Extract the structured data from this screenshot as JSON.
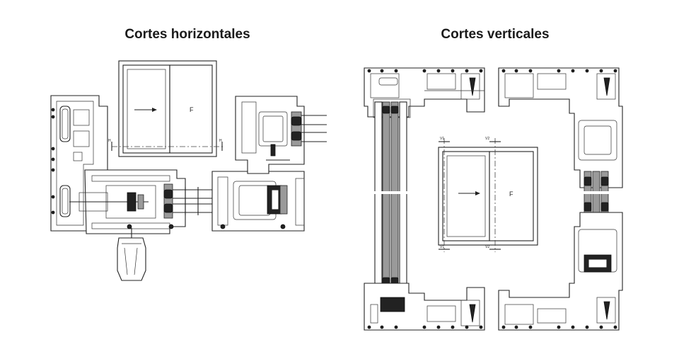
{
  "titles": {
    "horizontal": "Cortes horizontales",
    "vertical": "Cortes verticales"
  },
  "labels": {
    "sash_fixed": "F",
    "cut_h": "H",
    "cut_v1": "V1",
    "cut_v2": "V2"
  }
}
